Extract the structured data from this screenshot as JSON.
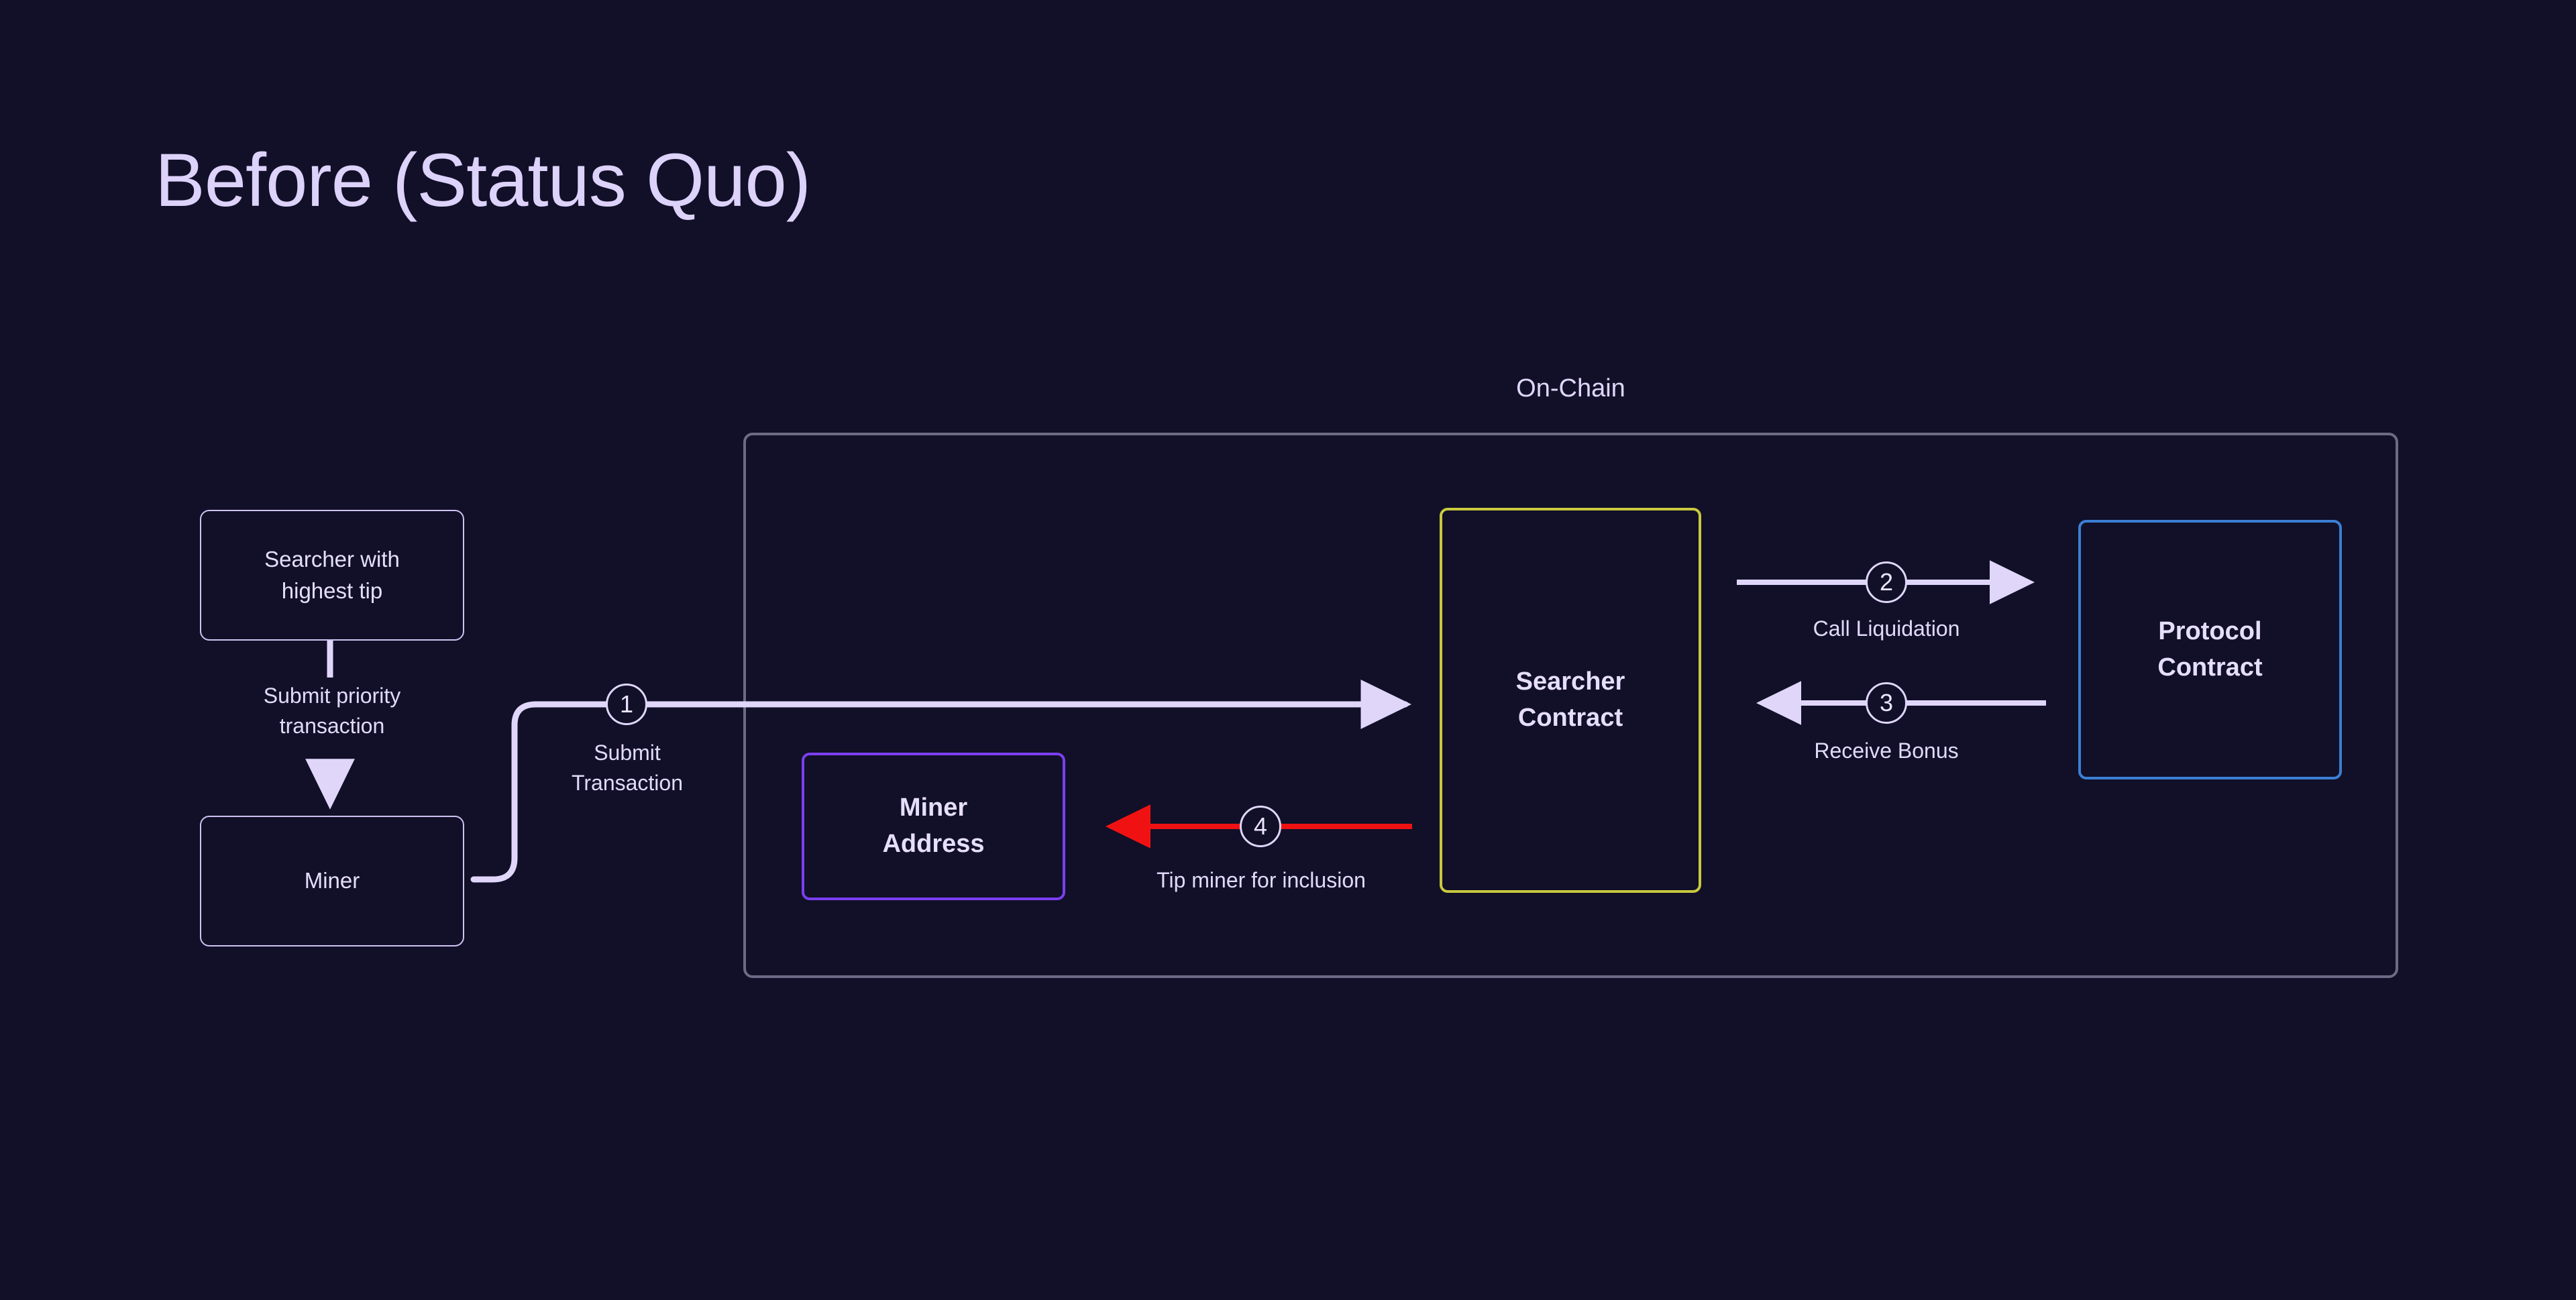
{
  "title": "Before (Status Quo)",
  "colors": {
    "background": "#111028",
    "text": "#e3d9fb",
    "title": "#ddd2fa",
    "container_border": "#6d6a86",
    "plain_border": "#cfc2f2",
    "searcher_contract_border": "#c9c93f",
    "protocol_contract_border": "#3b7fd4",
    "miner_address_border": "#7b3ff0",
    "arrow_default": "#e0d6fa",
    "arrow_tip": "#f01212"
  },
  "container": {
    "caption": "On-Chain"
  },
  "nodes": {
    "searcher_offchain": {
      "label": "Searcher with\nhighest tip"
    },
    "miner_offchain": {
      "label": "Miner"
    },
    "miner_address": {
      "label": "Miner\nAddress"
    },
    "searcher_contract": {
      "label": "Searcher\nContract"
    },
    "protocol_contract": {
      "label": "Protocol\nContract"
    }
  },
  "edges": [
    {
      "id": "submit-priority",
      "step": "",
      "label": "Submit priority\ntransaction",
      "from": "searcher_offchain",
      "to": "miner_offchain",
      "color": "#e0d6fa"
    },
    {
      "id": "submit-transaction",
      "step": "1",
      "label": "Submit\nTransaction",
      "from": "miner_offchain",
      "to": "searcher_contract",
      "color": "#e0d6fa"
    },
    {
      "id": "call-liquidation",
      "step": "2",
      "label": "Call Liquidation",
      "from": "searcher_contract",
      "to": "protocol_contract",
      "color": "#e0d6fa"
    },
    {
      "id": "receive-bonus",
      "step": "3",
      "label": "Receive Bonus",
      "from": "protocol_contract",
      "to": "searcher_contract",
      "color": "#e0d6fa"
    },
    {
      "id": "tip-miner",
      "step": "4",
      "label": "Tip miner for inclusion",
      "from": "searcher_contract",
      "to": "miner_address",
      "color": "#f01212"
    }
  ]
}
